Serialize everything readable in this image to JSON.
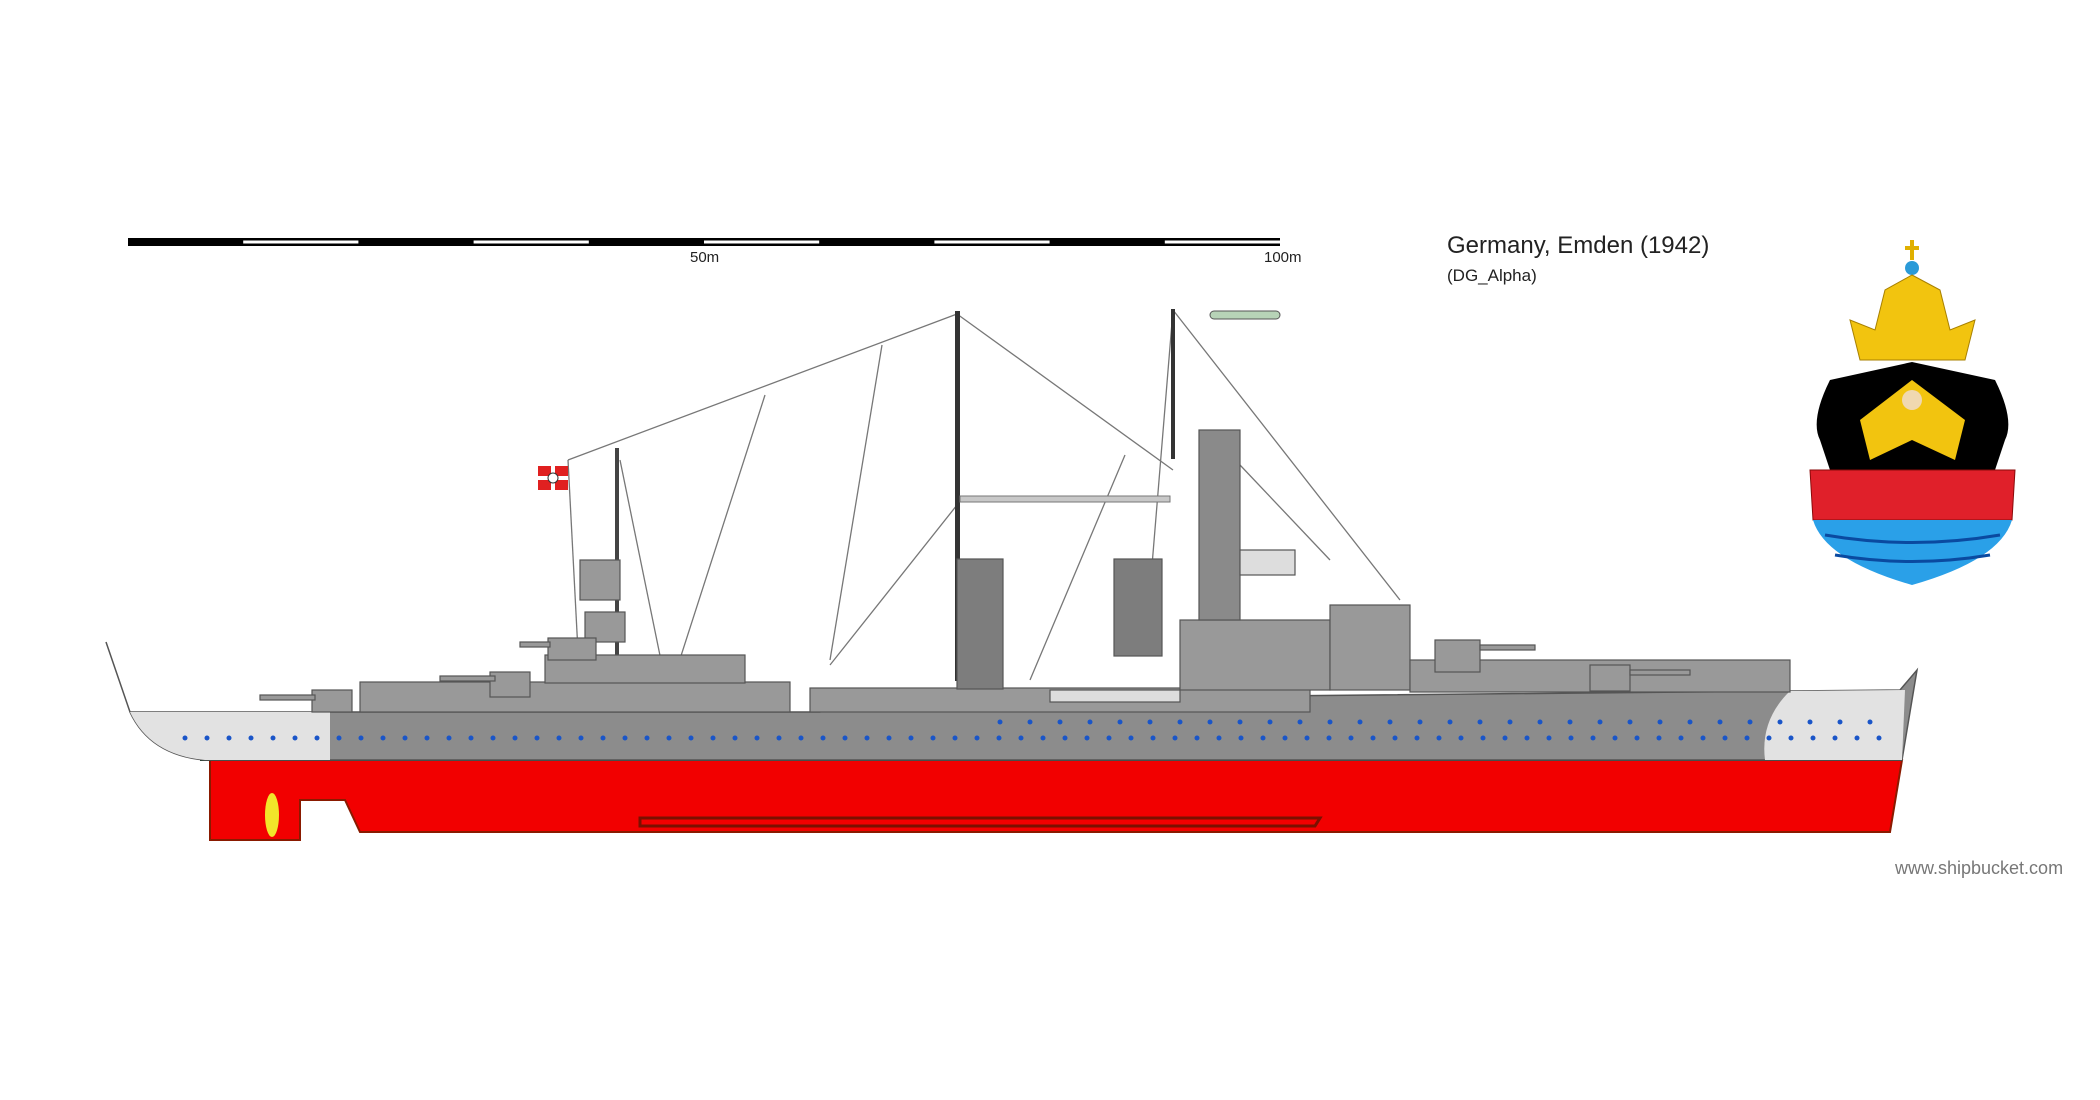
{
  "caption": {
    "title": "Germany, Emden (1942)",
    "author": "(DG_Alpha)"
  },
  "scale_bar": {
    "label_mid": "50m",
    "label_end": "100m"
  },
  "watermark": "www.shipbucket.com",
  "colors": {
    "hull_grey": "#8c8c8c",
    "superstructure_grey": "#999999",
    "light_grey": "#e2e2e2",
    "antifouling_red": "#f20000",
    "porthole_blue": "#1a55c8",
    "crest_gold": "#f2c40f",
    "crest_brick": "#e0202a",
    "crest_water": "#2aa0e8"
  }
}
